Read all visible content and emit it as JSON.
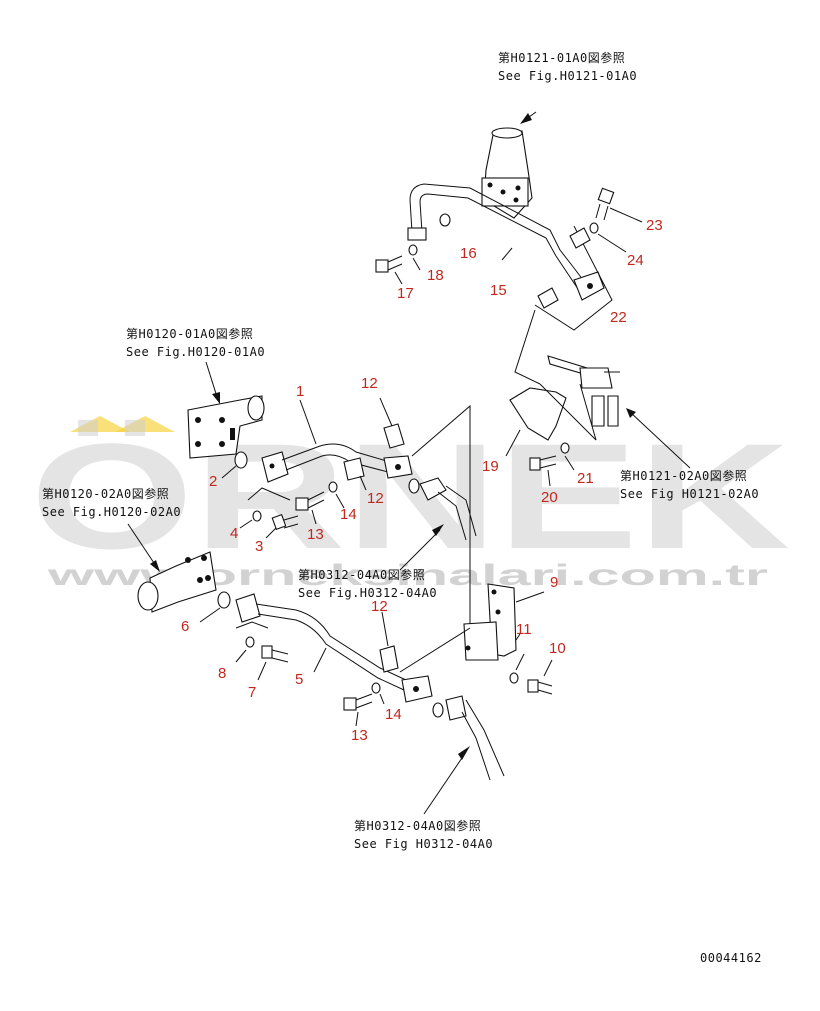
{
  "colors": {
    "callout": "#c0281e",
    "watermark": "#b5b5b5",
    "watermark_accent": "#f2c300",
    "ink": "#111111"
  },
  "references": {
    "top_jp": "第H0121-01A0図参照",
    "top_en": "See Fig.H0121-01A0",
    "left1_jp": "第H0120-01A0図参照",
    "left1_en": "See Fig.H0120-01A0",
    "left2_jp": "第H0120-02A0図参照",
    "left2_en": "See Fig.H0120-02A0",
    "right_jp": "第H0121-02A0図参照",
    "right_en": "See Fig H0121-02A0",
    "mid_jp": "第H0312-04A0図参照",
    "mid_en": "See Fig.H0312-04A0",
    "bottom_jp": "第H0312-04A0図参照",
    "bottom_en": "See Fig H0312-04A0"
  },
  "callouts": {
    "n1": "1",
    "n2": "2",
    "n3": "3",
    "n4": "4",
    "n5": "5",
    "n6": "6",
    "n7": "7",
    "n8": "8",
    "n9": "9",
    "n10": "10",
    "n11": "11",
    "n12a": "12",
    "n12b": "12",
    "n12c": "12",
    "n13a": "13",
    "n13b": "13",
    "n14a": "14",
    "n14b": "14",
    "n15": "15",
    "n16": "16",
    "n17": "17",
    "n18": "18",
    "n19": "19",
    "n20": "20",
    "n21": "21",
    "n22": "22",
    "n23": "23",
    "n24": "24"
  },
  "watermark": {
    "brand": "ÖRNEK",
    "url": "www.orneksinalari.com.tr"
  },
  "drawing_number": "00044162"
}
